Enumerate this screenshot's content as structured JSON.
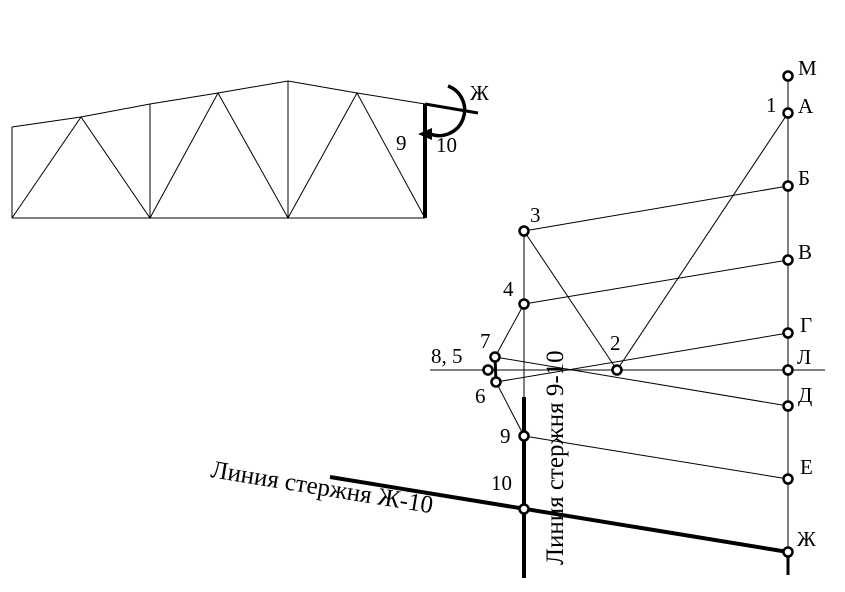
{
  "truss": {
    "label_zh": "Ж",
    "label_9": "9",
    "label_10": "10"
  },
  "diagram": {
    "right_points": [
      {
        "label": "М"
      },
      {
        "label": "А"
      },
      {
        "label": "Б"
      },
      {
        "label": "В"
      },
      {
        "label": "Г"
      },
      {
        "label": "Л"
      },
      {
        "label": "Д"
      },
      {
        "label": "Е"
      },
      {
        "label": "Ж"
      }
    ],
    "label_1": "1",
    "inner_points": [
      {
        "label": "3"
      },
      {
        "label": "4"
      },
      {
        "label": "2"
      },
      {
        "label": "7"
      },
      {
        "label": "8, 5"
      },
      {
        "label": "6"
      },
      {
        "label": "9"
      },
      {
        "label": "10"
      }
    ],
    "line_zh10_label": "Линия стержня Ж-10",
    "line_910_label": "Линия стержня 9-10"
  }
}
